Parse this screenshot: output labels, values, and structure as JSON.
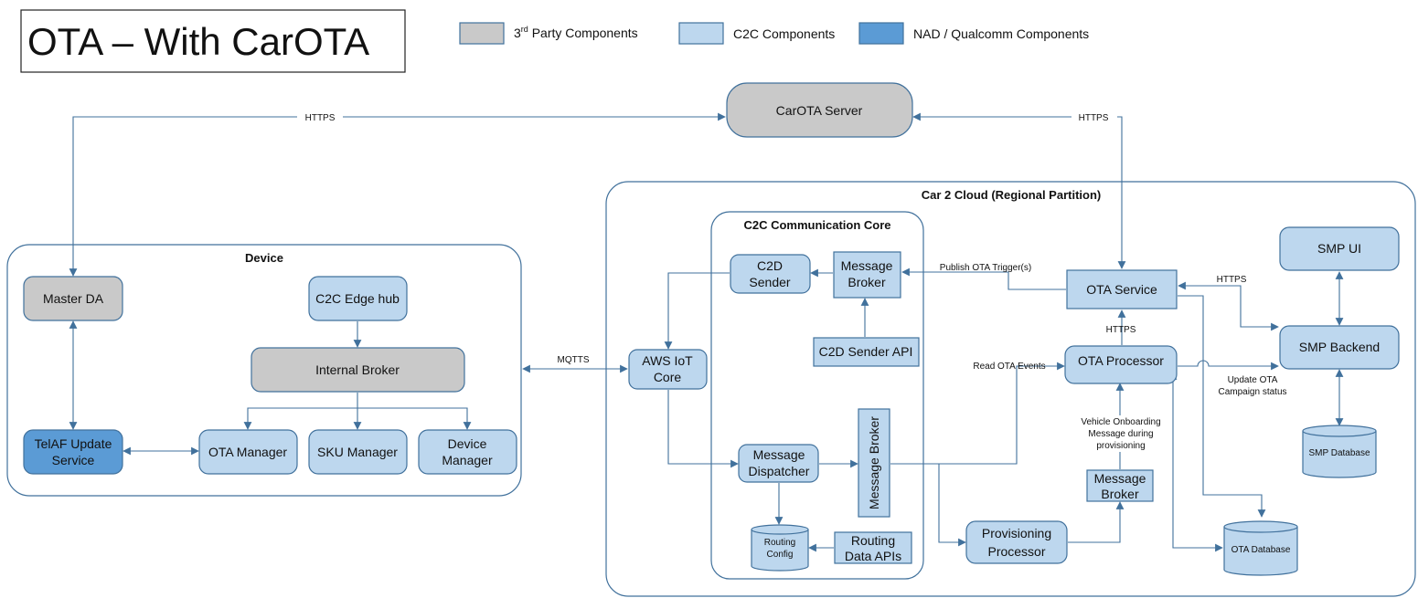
{
  "title": "OTA – With CarOTA",
  "legend": {
    "third_party": "3rd Party Components",
    "third_party_base": "3",
    "third_party_sup": "rd",
    "third_party_rest": " Party Components",
    "c2c": "C2C Components",
    "nad": "NAD / Qualcomm Components"
  },
  "groups": {
    "device": "Device",
    "cloud": "Car 2 Cloud (Regional Partition)",
    "core": "C2C Communication Core"
  },
  "nodes": {
    "carota_server": "CarOTA Server",
    "master_da": "Master DA",
    "edge_hub": "C2C Edge hub",
    "internal_broker": "Internal Broker",
    "telaf": [
      "TelAF Update",
      "Service"
    ],
    "ota_manager": "OTA Manager",
    "sku_manager": "SKU Manager",
    "device_manager": [
      "Device",
      "Manager"
    ],
    "c2d_sender": [
      "C2D",
      "Sender"
    ],
    "message_broker_top": [
      "Message",
      "Broker"
    ],
    "c2d_sender_api": "C2D Sender API",
    "aws_iot": [
      "AWS IoT",
      "Core"
    ],
    "message_dispatcher": [
      "Message",
      "Dispatcher"
    ],
    "message_broker_vertical": "Message Broker",
    "routing_config": [
      "Routing",
      "Config"
    ],
    "routing_data_apis": [
      "Routing",
      "Data APIs"
    ],
    "ota_service": "OTA Service",
    "ota_processor": "OTA Processor",
    "message_broker_right": [
      "Message",
      "Broker"
    ],
    "provisioning_processor": [
      "Provisioning",
      "Processor"
    ],
    "ota_database": "OTA Database",
    "smp_ui": "SMP UI",
    "smp_backend": "SMP Backend",
    "smp_database": "SMP Database"
  },
  "edge_labels": {
    "https_left": "HTTPS",
    "https_right": "HTTPS",
    "mqtts": "MQTTS",
    "publish_trigger": "Publish OTA Trigger(s)",
    "https_processor": "HTTPS",
    "https_smp": "HTTPS",
    "read_events": "Read OTA Events",
    "update_campaign": [
      "Update OTA",
      "Campaign status"
    ],
    "onboarding": [
      "Vehicle Onboarding",
      "Message during",
      "provisioning"
    ]
  },
  "colors": {
    "c2c": "#bdd7ee",
    "third_party": "#c9c9c9",
    "nad": "#5b9bd5",
    "stroke": "#41719c"
  }
}
